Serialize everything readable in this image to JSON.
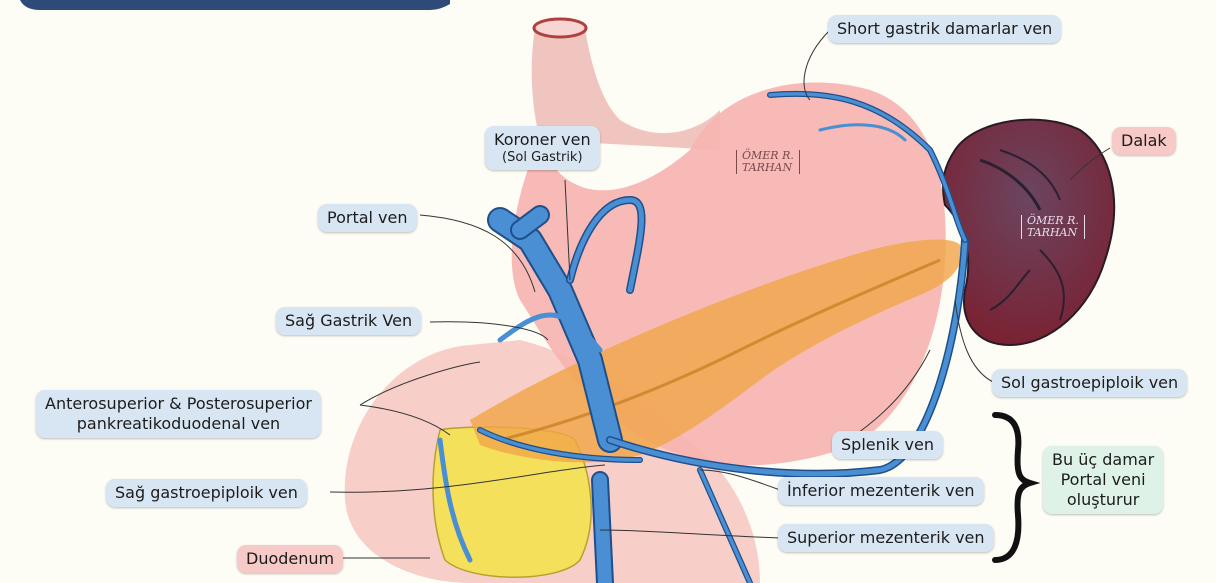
{
  "labels": {
    "short_gastric": "Short gastrik damarlar ven",
    "koroner_line1": "Koroner ven",
    "koroner_line2": "(Sol Gastrik)",
    "portal": "Portal ven",
    "sag_gastrik": "Sağ Gastrik Ven",
    "pankreatiko_line1": "Anterosuperior & Posterosuperior",
    "pankreatiko_line2": "pankreatikoduodenal ven",
    "sag_gastroepiploik": "Sağ gastroepiploik ven",
    "duodenum": "Duodenum",
    "dalak": "Dalak",
    "sol_gastroepiploik": "Sol gastroepiploik ven",
    "splenik": "Splenik ven",
    "inferior_mez": "İnferior mezenterik ven",
    "superior_mez": "Superior mezenterik ven",
    "bu_uc_line1": "Bu üç damar",
    "bu_uc_line2": "Portal veni",
    "bu_uc_line3": "oluşturur"
  },
  "watermark": {
    "line1": "ÖMER R.",
    "line2": "TARHAN"
  },
  "colors": {
    "stomach": "#f6b4b0",
    "spleen": "#6a2f45",
    "pancreas": "#f0a64a",
    "duodenum_fill": "#f4e05a",
    "vein": "#4a8fd4",
    "label_bg": "#d8e6f3",
    "pink_label_bg": "#f7c9c7",
    "green_label_bg": "#dff2e8"
  }
}
